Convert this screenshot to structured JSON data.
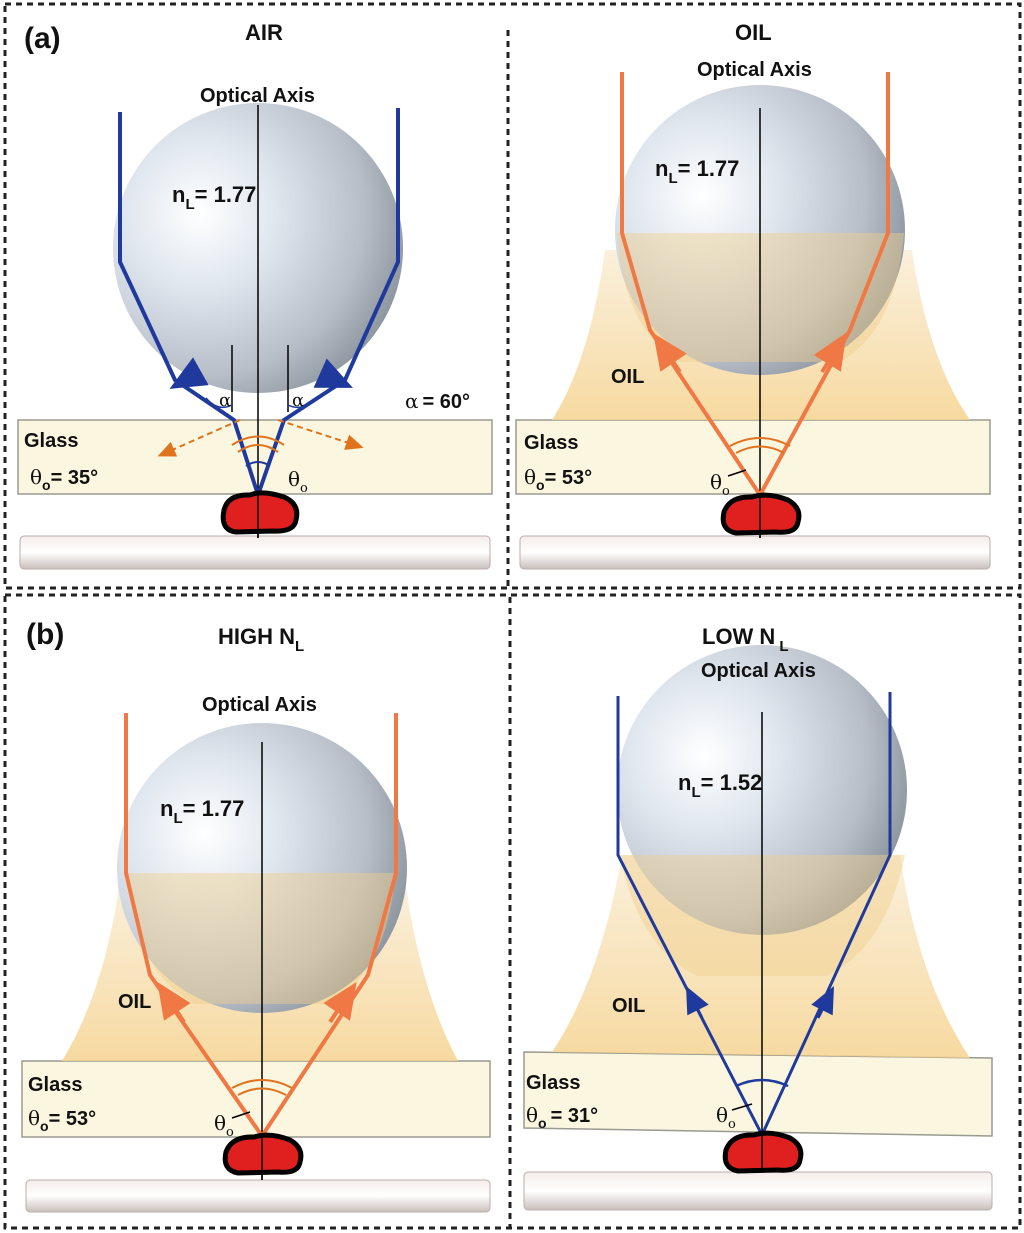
{
  "colors": {
    "air_ray": "#1f3a9c",
    "oil_ray": "#f07844",
    "sample": "#e0201e",
    "glass": "#fbf6df",
    "oil": "#f5d89a",
    "border": "#222222"
  },
  "panel_a": {
    "label": "(a)",
    "air": {
      "title": "AIR",
      "axis_label": "Optical Axis",
      "index_base": "n",
      "index_sub": "L",
      "index_value": "= 1.77",
      "glass_label": "Glass",
      "theta_label": "θ",
      "theta_sub": "o",
      "theta_value": "= 35°",
      "alpha_symbol": "α",
      "alpha_value": "= 60°"
    },
    "oil": {
      "title": "OIL",
      "axis_label": "Optical Axis",
      "index_base": "n",
      "index_sub": "L",
      "index_value": "= 1.77",
      "glass_label": "Glass",
      "oil_label": "OIL",
      "theta_label": "θ",
      "theta_sub": "o",
      "theta_value": "= 53°"
    }
  },
  "panel_b": {
    "label": "(b)",
    "high": {
      "title_base": "HIGH N",
      "title_sub": "L",
      "axis_label": "Optical Axis",
      "index_base": "n",
      "index_sub": "L",
      "index_value": "= 1.77",
      "glass_label": "Glass",
      "oil_label": "OIL",
      "theta_label": "θ",
      "theta_sub": "o",
      "theta_value": "= 53°"
    },
    "low": {
      "title_base": "LOW N",
      "title_sub": "L",
      "axis_label": "Optical Axis",
      "index_base": "n",
      "index_sub": "L",
      "index_value": "= 1.52",
      "glass_label": "Glass",
      "oil_label": "OIL",
      "theta_label": "θ",
      "theta_sub": "o",
      "theta_value": "= 31°"
    }
  }
}
